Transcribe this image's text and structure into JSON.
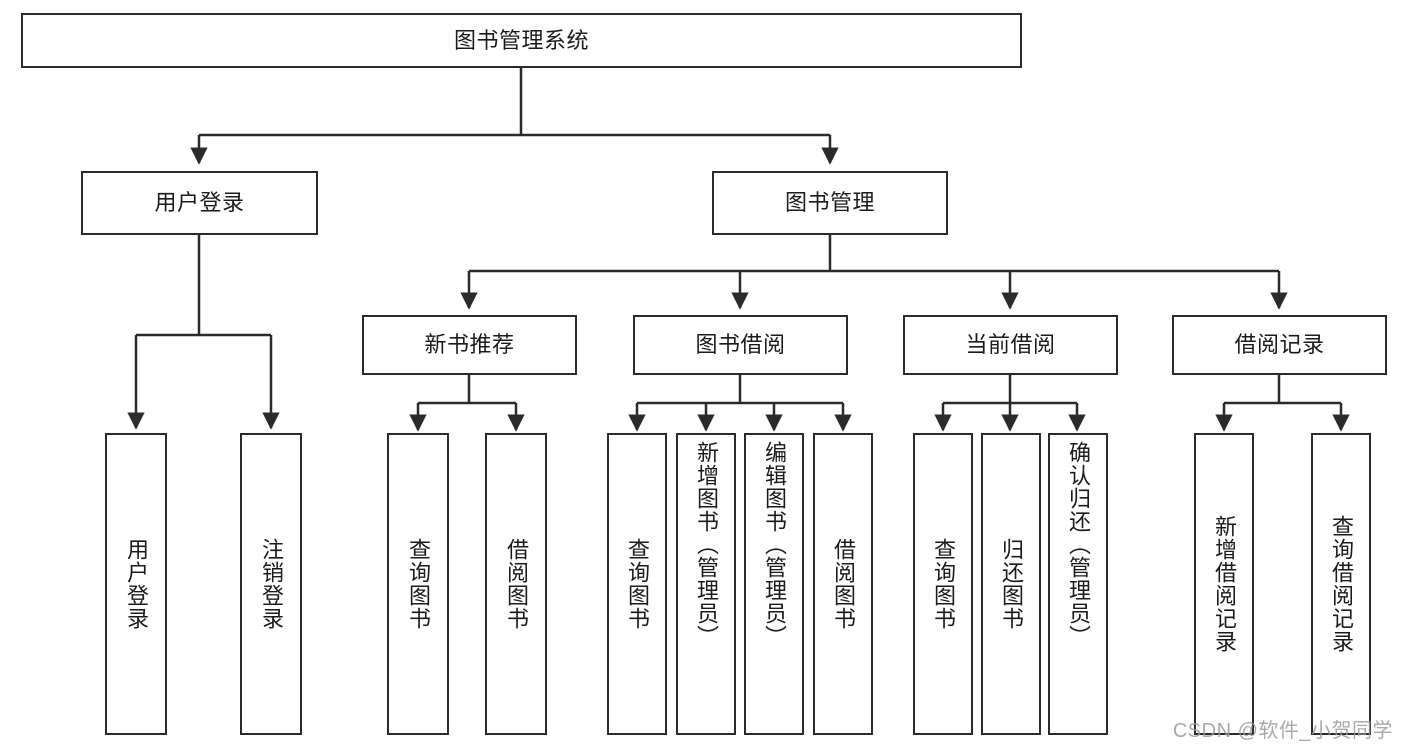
{
  "diagram": {
    "type": "hierarchy-tree",
    "title": "图书管理系统",
    "watermark": "CSDN @软件_小贺同学",
    "colors": {
      "stroke": "#2b2b2b",
      "fill": "#ffffff",
      "text": "#1b1b1b",
      "watermark": "#9b9b9b"
    },
    "nodes": {
      "root": {
        "label": "图书管理系统"
      },
      "level2": [
        {
          "id": "user-login",
          "label": "用户登录"
        },
        {
          "id": "book-management",
          "label": "图书管理"
        }
      ],
      "level3": [
        {
          "id": "new-book-recommend",
          "label": "新书推荐"
        },
        {
          "id": "book-borrow",
          "label": "图书借阅"
        },
        {
          "id": "current-borrow",
          "label": "当前借阅"
        },
        {
          "id": "borrow-record",
          "label": "借阅记录"
        }
      ],
      "leaves": {
        "user_login": [
          {
            "id": "leaf-user-login",
            "label": "用户登录"
          },
          {
            "id": "leaf-logout-login",
            "label": "注销登录"
          }
        ],
        "new_book_recommend": [
          {
            "id": "leaf-query-book-1",
            "label": "查询图书"
          },
          {
            "id": "leaf-borrow-book-1",
            "label": "借阅图书"
          }
        ],
        "book_borrow": [
          {
            "id": "leaf-query-book-2",
            "label": "查询图书"
          },
          {
            "id": "leaf-add-book",
            "label": "新增图书（管理员）"
          },
          {
            "id": "leaf-edit-book",
            "label": "编辑图书（管理员）"
          },
          {
            "id": "leaf-borrow-book-2",
            "label": "借阅图书"
          }
        ],
        "current_borrow": [
          {
            "id": "leaf-query-book-3",
            "label": "查询图书"
          },
          {
            "id": "leaf-return-book",
            "label": "归还图书"
          },
          {
            "id": "leaf-confirm-return",
            "label": "确认归还（管理员）"
          }
        ],
        "borrow_record": [
          {
            "id": "leaf-add-record",
            "label": "新增借阅记录"
          },
          {
            "id": "leaf-query-record",
            "label": "查询借阅记录"
          }
        ]
      }
    }
  }
}
